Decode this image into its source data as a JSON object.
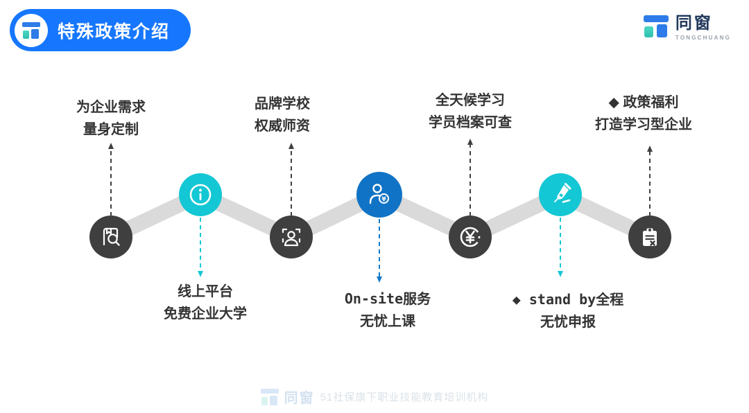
{
  "header": {
    "badge_title": "特殊政策介绍",
    "brand_name": "同窗",
    "brand_subtitle": "TONGCHUANG"
  },
  "diagram": {
    "top_labels": [
      {
        "line1": "为企业需求",
        "line2": "量身定制"
      },
      {
        "line1": "品牌学校",
        "line2": "权威师资"
      },
      {
        "line1": "全天候学习",
        "line2": "学员档案可查"
      },
      {
        "line1": "◆ 政策福利",
        "line2": "打造学习型企业"
      }
    ],
    "bottom_labels": [
      {
        "line1": "线上平台",
        "line2": "免费企业大学"
      },
      {
        "line1": "On-site服务",
        "line2": "无忧上课"
      },
      {
        "line1": "◆ stand by全程",
        "line2": "无忧申报"
      }
    ],
    "nodes": [
      {
        "icon": "book-search-icon",
        "color": "#3f3f3f"
      },
      {
        "icon": "info-icon",
        "color": "#14c7d4"
      },
      {
        "icon": "face-scan-icon",
        "color": "#3f3f3f"
      },
      {
        "icon": "person-yen-icon",
        "color": "#1173c5"
      },
      {
        "icon": "yen-circle-icon",
        "color": "#3f3f3f"
      },
      {
        "icon": "pen-nib-icon",
        "color": "#14c7d4"
      },
      {
        "icon": "clipboard-icon",
        "color": "#3f3f3f"
      }
    ],
    "connector_color": "#dadada",
    "dash_colors": {
      "dark": "#3f3f3f",
      "cyan": "#14c7d4",
      "blue": "#1578c8"
    }
  },
  "footer": {
    "brand_name": "同窗",
    "text": "51社保旗下职业技能教育培训机构"
  },
  "colors": {
    "badge_blue": "#1677fe",
    "logo_blue": "#2e7ce9",
    "logo_teal": "#3bc9b6",
    "text_dark": "#333333"
  }
}
